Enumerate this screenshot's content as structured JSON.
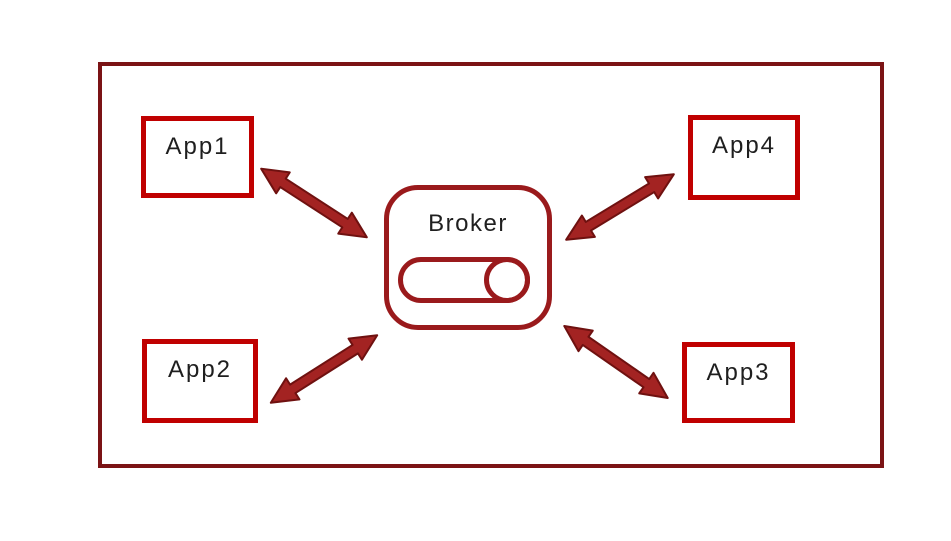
{
  "diagram": {
    "description": "Message broker architecture diagram",
    "nodes": {
      "app1": {
        "label": "App1"
      },
      "app2": {
        "label": "App2"
      },
      "app3": {
        "label": "App3"
      },
      "app4": {
        "label": "App4"
      },
      "broker": {
        "label": "Broker",
        "icon": "queue-cylinder-icon"
      }
    },
    "connections": [
      {
        "from": "app1",
        "to": "broker",
        "bidirectional": true
      },
      {
        "from": "app2",
        "to": "broker",
        "bidirectional": true
      },
      {
        "from": "broker",
        "to": "app3",
        "bidirectional": true
      },
      {
        "from": "broker",
        "to": "app4",
        "bidirectional": true
      }
    ],
    "colors": {
      "outer_frame_border": "#7b1315",
      "app_box_border": "#c00000",
      "broker_border": "#9a1a1c",
      "arrow_fill": "#a32322",
      "arrow_outline": "#6f1110",
      "text": "#1f1f1f",
      "background": "#ffffff"
    }
  }
}
